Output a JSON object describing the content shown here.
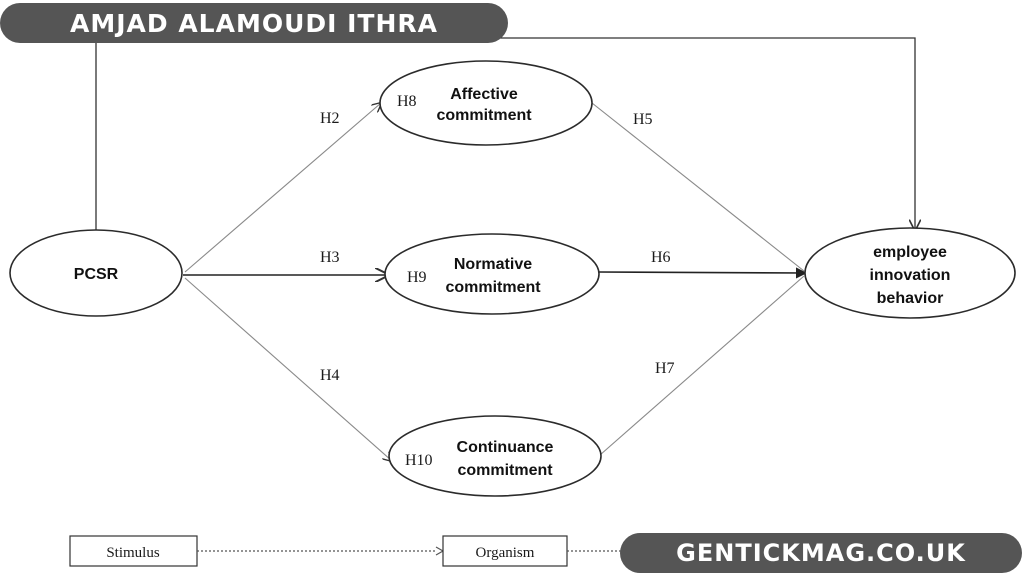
{
  "watermark_top": "AMJAD ALAMOUDI ITHRA",
  "watermark_bottom": "GENTICKMAG.CO.UK",
  "nodes": {
    "pcsr": "PCSR",
    "affective_line1": "Affective",
    "affective_line2": "commitment",
    "normative_line1": "Normative",
    "normative_line2": "commitment",
    "continuance_line1": "Continuance",
    "continuance_line2": "commitment",
    "outcome_line1": "employee",
    "outcome_line2": "innovation",
    "outcome_line3": "behavior"
  },
  "hypotheses": {
    "h2": "H2",
    "h3": "H3",
    "h4": "H4",
    "h5": "H5",
    "h6": "H6",
    "h7": "H7",
    "h8": "H8",
    "h9": "H9",
    "h10": "H10"
  },
  "legend": {
    "stimulus": "Stimulus",
    "organism": "Organism"
  }
}
